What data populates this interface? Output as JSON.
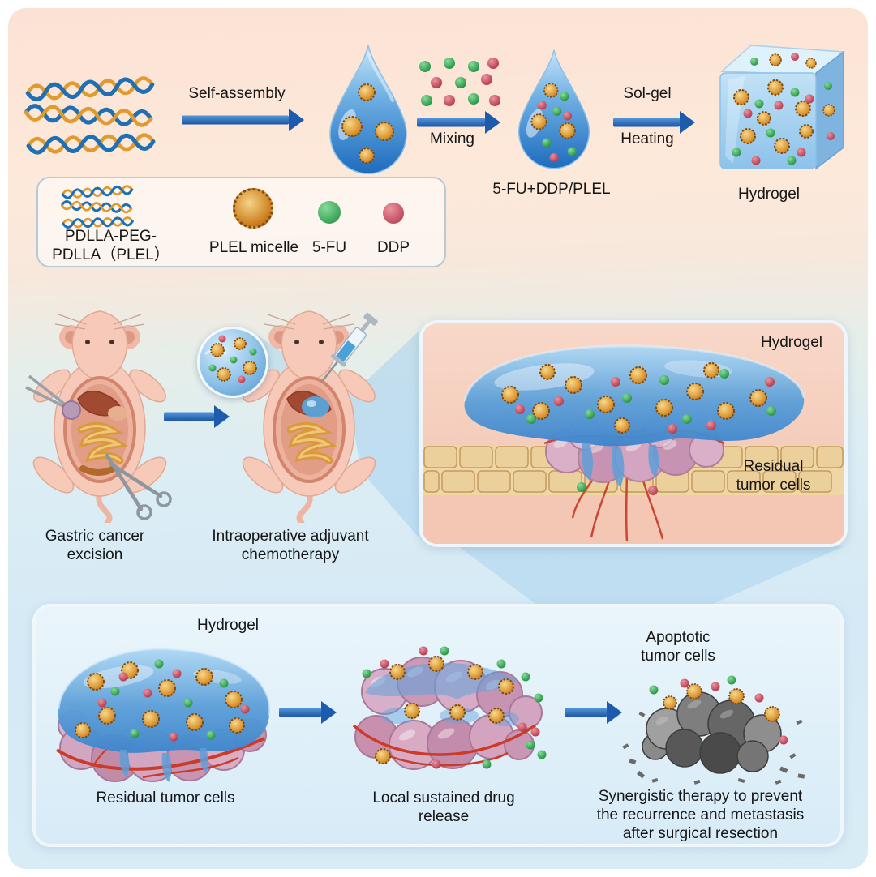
{
  "top": {
    "self_assembly": "Self-assembly",
    "mixing": "Mixing",
    "sol_gel": "Sol-gel",
    "heating": "Heating",
    "droplet2_label": "5-FU+DDP/PLEL",
    "hydrogel_label": "Hydrogel"
  },
  "legend": {
    "polymer": [
      "PDLLA-PEG-",
      "PDLLA（PLEL）"
    ],
    "micelle": "PLEL micelle",
    "fu": "5-FU",
    "ddp": "DDP"
  },
  "middle": {
    "excision": [
      "Gastric cancer",
      "excision"
    ],
    "chemo": [
      "Intraoperative adjuvant",
      "chemotherapy"
    ],
    "inset_hydrogel": "Hydrogel",
    "inset_tumor": [
      "Residual",
      "tumor cells"
    ]
  },
  "bottom": {
    "hydrogel": "Hydrogel",
    "stage1": "Residual tumor cells",
    "stage2": [
      "Local sustained drug",
      "release"
    ],
    "stage3_title": [
      "Apoptotic",
      "tumor cells"
    ],
    "stage3_caption": [
      "Synergistic therapy to prevent",
      "the recurrence and metastasis",
      "after surgical resection"
    ]
  },
  "icons": {
    "plel_micelle_color": "#cd7f1f",
    "fu_color": "#2e9e4e",
    "ddp_color": "#c04052",
    "hydrogel_color": "#4a93d6",
    "arrow_color": "#1d5cac"
  }
}
